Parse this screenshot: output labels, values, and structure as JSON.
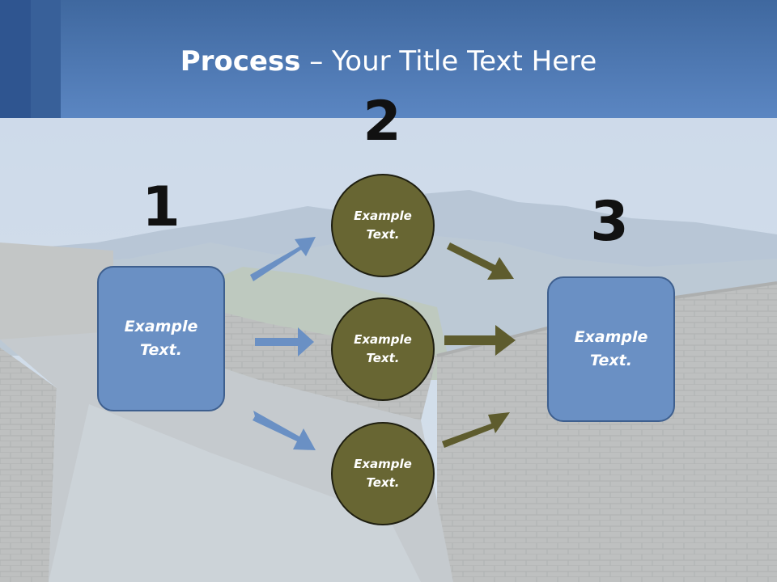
{
  "title": {
    "bold": "Process",
    "rest": " – Your Title Text Here"
  },
  "steps": {
    "one": {
      "number": "1",
      "box_text": "Example\nText."
    },
    "two": {
      "number": "2",
      "circles": [
        {
          "text": "Example\nText."
        },
        {
          "text": "Example\nText."
        },
        {
          "text": "Example\nText."
        }
      ]
    },
    "three": {
      "number": "3",
      "box_text": "Example\nText."
    }
  },
  "colors": {
    "header_blue": "#5a83bd",
    "box_fill": "#6a90c4",
    "circle_fill": "#686633",
    "blue_arrow": "#6a90c4",
    "olive_arrow": "#5e5c2e"
  }
}
